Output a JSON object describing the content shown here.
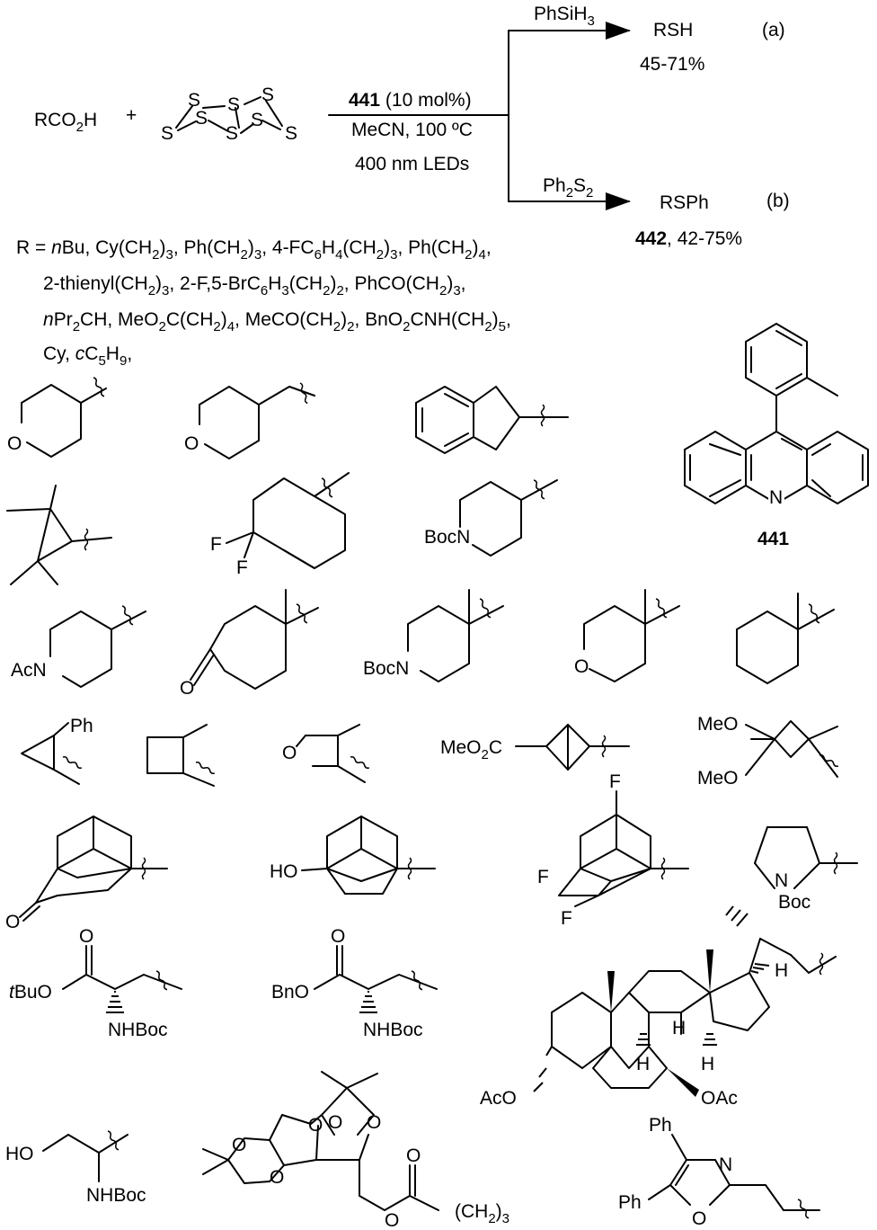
{
  "reaction": {
    "acid": "RCO2H",
    "plus": "+",
    "s8_atom": "S",
    "catalyst_id": "441",
    "catalyst_loading": "(10 mol%)",
    "solvent_temp": "MeCN, 100 ºC",
    "light": "400 nm LEDs",
    "route_a": {
      "reagent": "PhSiH3",
      "product": "RSH",
      "yield": "45-71%",
      "tag": "(a)"
    },
    "route_b": {
      "reagent": "Ph2S2",
      "product": "RSPh",
      "product_id": "442",
      "yield": ", 42-75%",
      "tag": "(b)"
    }
  },
  "r_groups_text": [
    "R = nBu, Cy(CH2)3, Ph(CH2)3, 4-FC6H4(CH2)3, Ph(CH2)4,",
    "2-thienyl(CH2)3, 2-F,5-BrC6H3(CH2)2, PhCO(CH2)3,",
    "nPr2CH, MeO2C(CH2)4, MeCO(CH2)2, BnO2CNH(CH2)5,",
    "Cy, cC5H9,"
  ],
  "catalyst_label": "441",
  "atom_labels": {
    "O": "O",
    "N": "N",
    "F": "F",
    "H": "H",
    "boc_n": "BocN",
    "ac_n": "AcN",
    "ph": "Ph",
    "meo2c": "MeO2C",
    "meo": "MeO",
    "ho": "HO",
    "boc": "Boc",
    "tbuo": "tBuO",
    "bno": "BnO",
    "nhboc": "NHBoc",
    "aco": "AcO",
    "oac": "OAc",
    "ch2_3": "(CH2)3"
  }
}
